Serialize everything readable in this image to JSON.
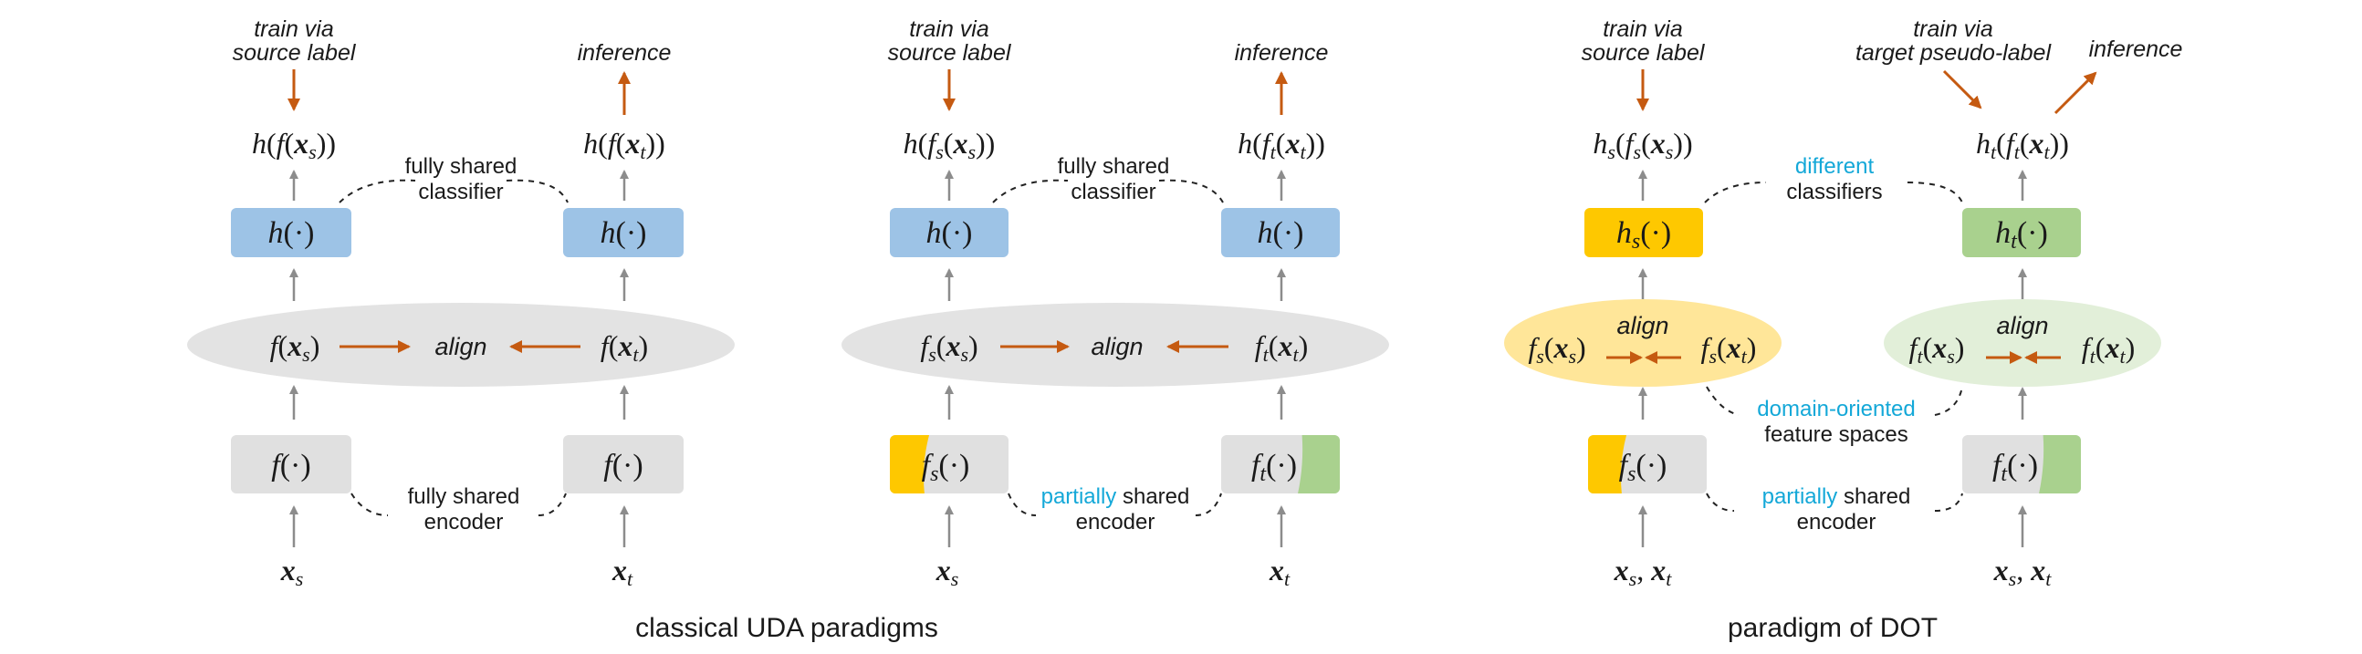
{
  "colors": {
    "blue": "#9dc3e6",
    "gray_box": "#e0e0e0",
    "ellipse": "#e3e3e3",
    "yellow": "#fec800",
    "green": "#a9d18e",
    "ellipse_yellow": "#ffe699",
    "ellipse_green": "#e2efd9",
    "orange": "#c55a11",
    "arrow_gray": "#8c8c8c",
    "highlight": "#14a8d8"
  },
  "captions": {
    "left": "classical UDA paradigms",
    "right": "paradigm of DOT"
  },
  "common": {
    "train_source_1": "train via",
    "train_source_2": "source label",
    "inference": "inference",
    "align": "align",
    "fully": "fully",
    "shared": " shared",
    "classifier": "classifier",
    "encoder": "encoder",
    "partially": "partially"
  },
  "panel1": {
    "out_s": "h(f(x_s))",
    "out_t": "h(f(x_t))",
    "cls_s": "h(·)",
    "cls_t": "h(·)",
    "feat_s": "f(x_s)",
    "feat_t": "f(x_t)",
    "enc_s": "f(·)",
    "enc_t": "f(·)",
    "in_s": "x_s",
    "in_t": "x_t"
  },
  "panel2": {
    "out_s": "h(f_s(x_s))",
    "out_t": "h(f_t(x_t))",
    "cls_s": "h(·)",
    "cls_t": "h(·)",
    "feat_s": "f_s(x_s)",
    "feat_t": "f_t(x_t)",
    "enc_s": "f_s(·)",
    "enc_t": "f_t(·)",
    "in_s": "x_s",
    "in_t": "x_t"
  },
  "panel3": {
    "train_target_1": "train via",
    "train_target_2": "target pseudo-label",
    "out_s": "h_s(f_s(x_s))",
    "out_t": "h_t(f_t(x_t))",
    "different": "different",
    "classifiers": "classifiers",
    "cls_s": "h_s(·)",
    "cls_t": "h_t(·)",
    "feat_s_s": "f_s(x_s)",
    "feat_s_t": "f_s(x_t)",
    "feat_t_s": "f_t(x_s)",
    "feat_t_t": "f_t(x_t)",
    "domain_oriented": "domain-oriented",
    "feature_spaces": "feature spaces",
    "enc_s": "f_s(·)",
    "enc_t": "f_t(·)",
    "in_s": "x_s, x_t",
    "in_t": "x_s, x_t"
  }
}
